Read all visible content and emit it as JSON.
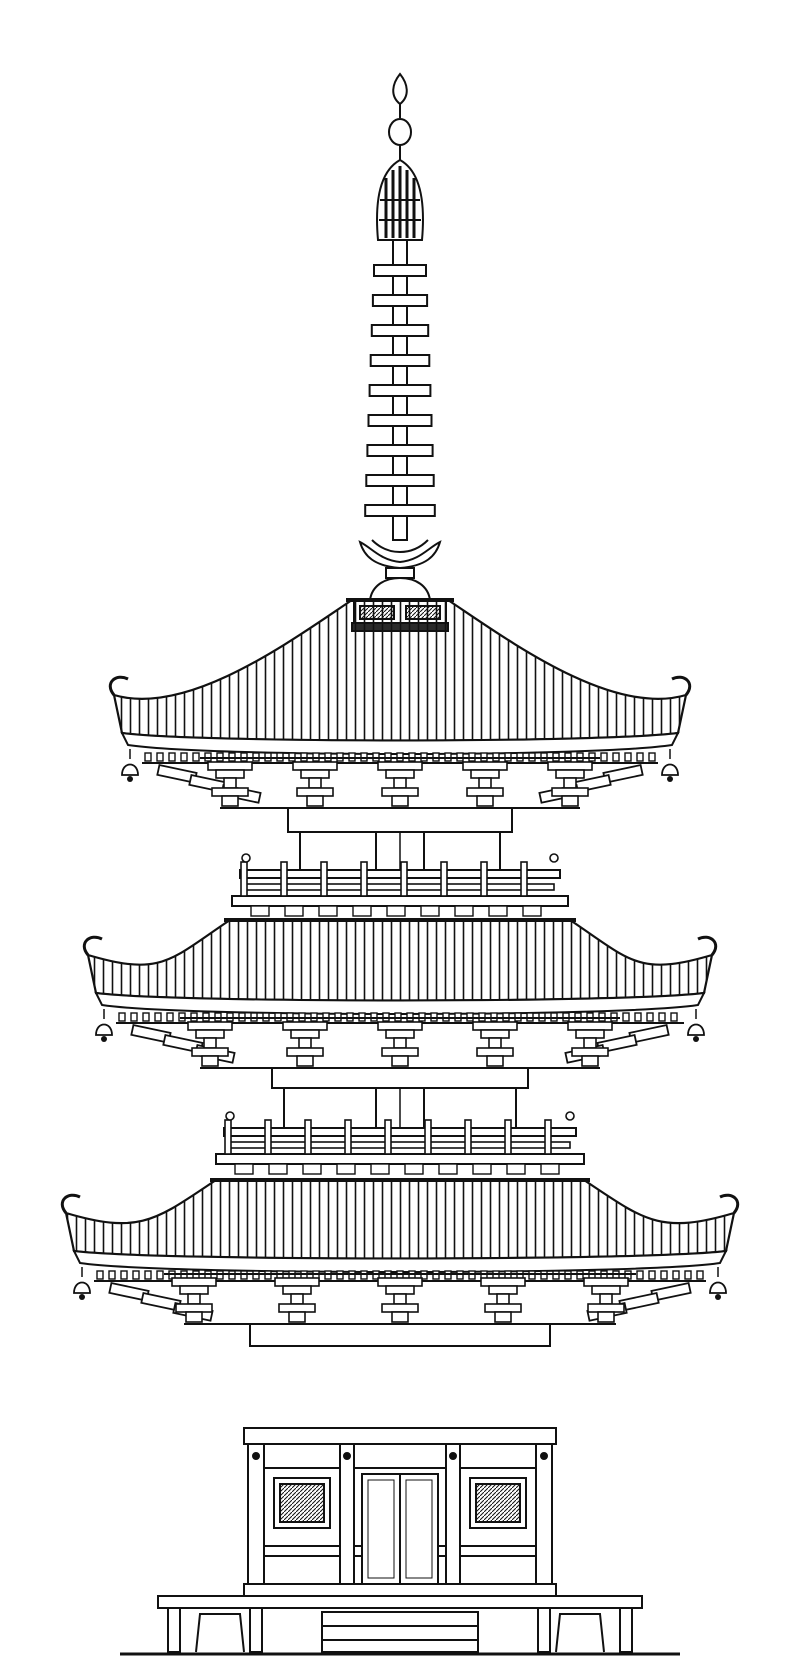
{
  "colors": {
    "background": "#ffffff",
    "ink": "#111111",
    "tile_fill": "#ffffff",
    "panel_dark": "#2a2a2a"
  },
  "structure": {
    "spire_ring_count": 9,
    "roof_tier_count": 3,
    "railing_count": 2,
    "hanging_bell_count": 6,
    "door_leaf_count": 2,
    "window_count": 2
  }
}
